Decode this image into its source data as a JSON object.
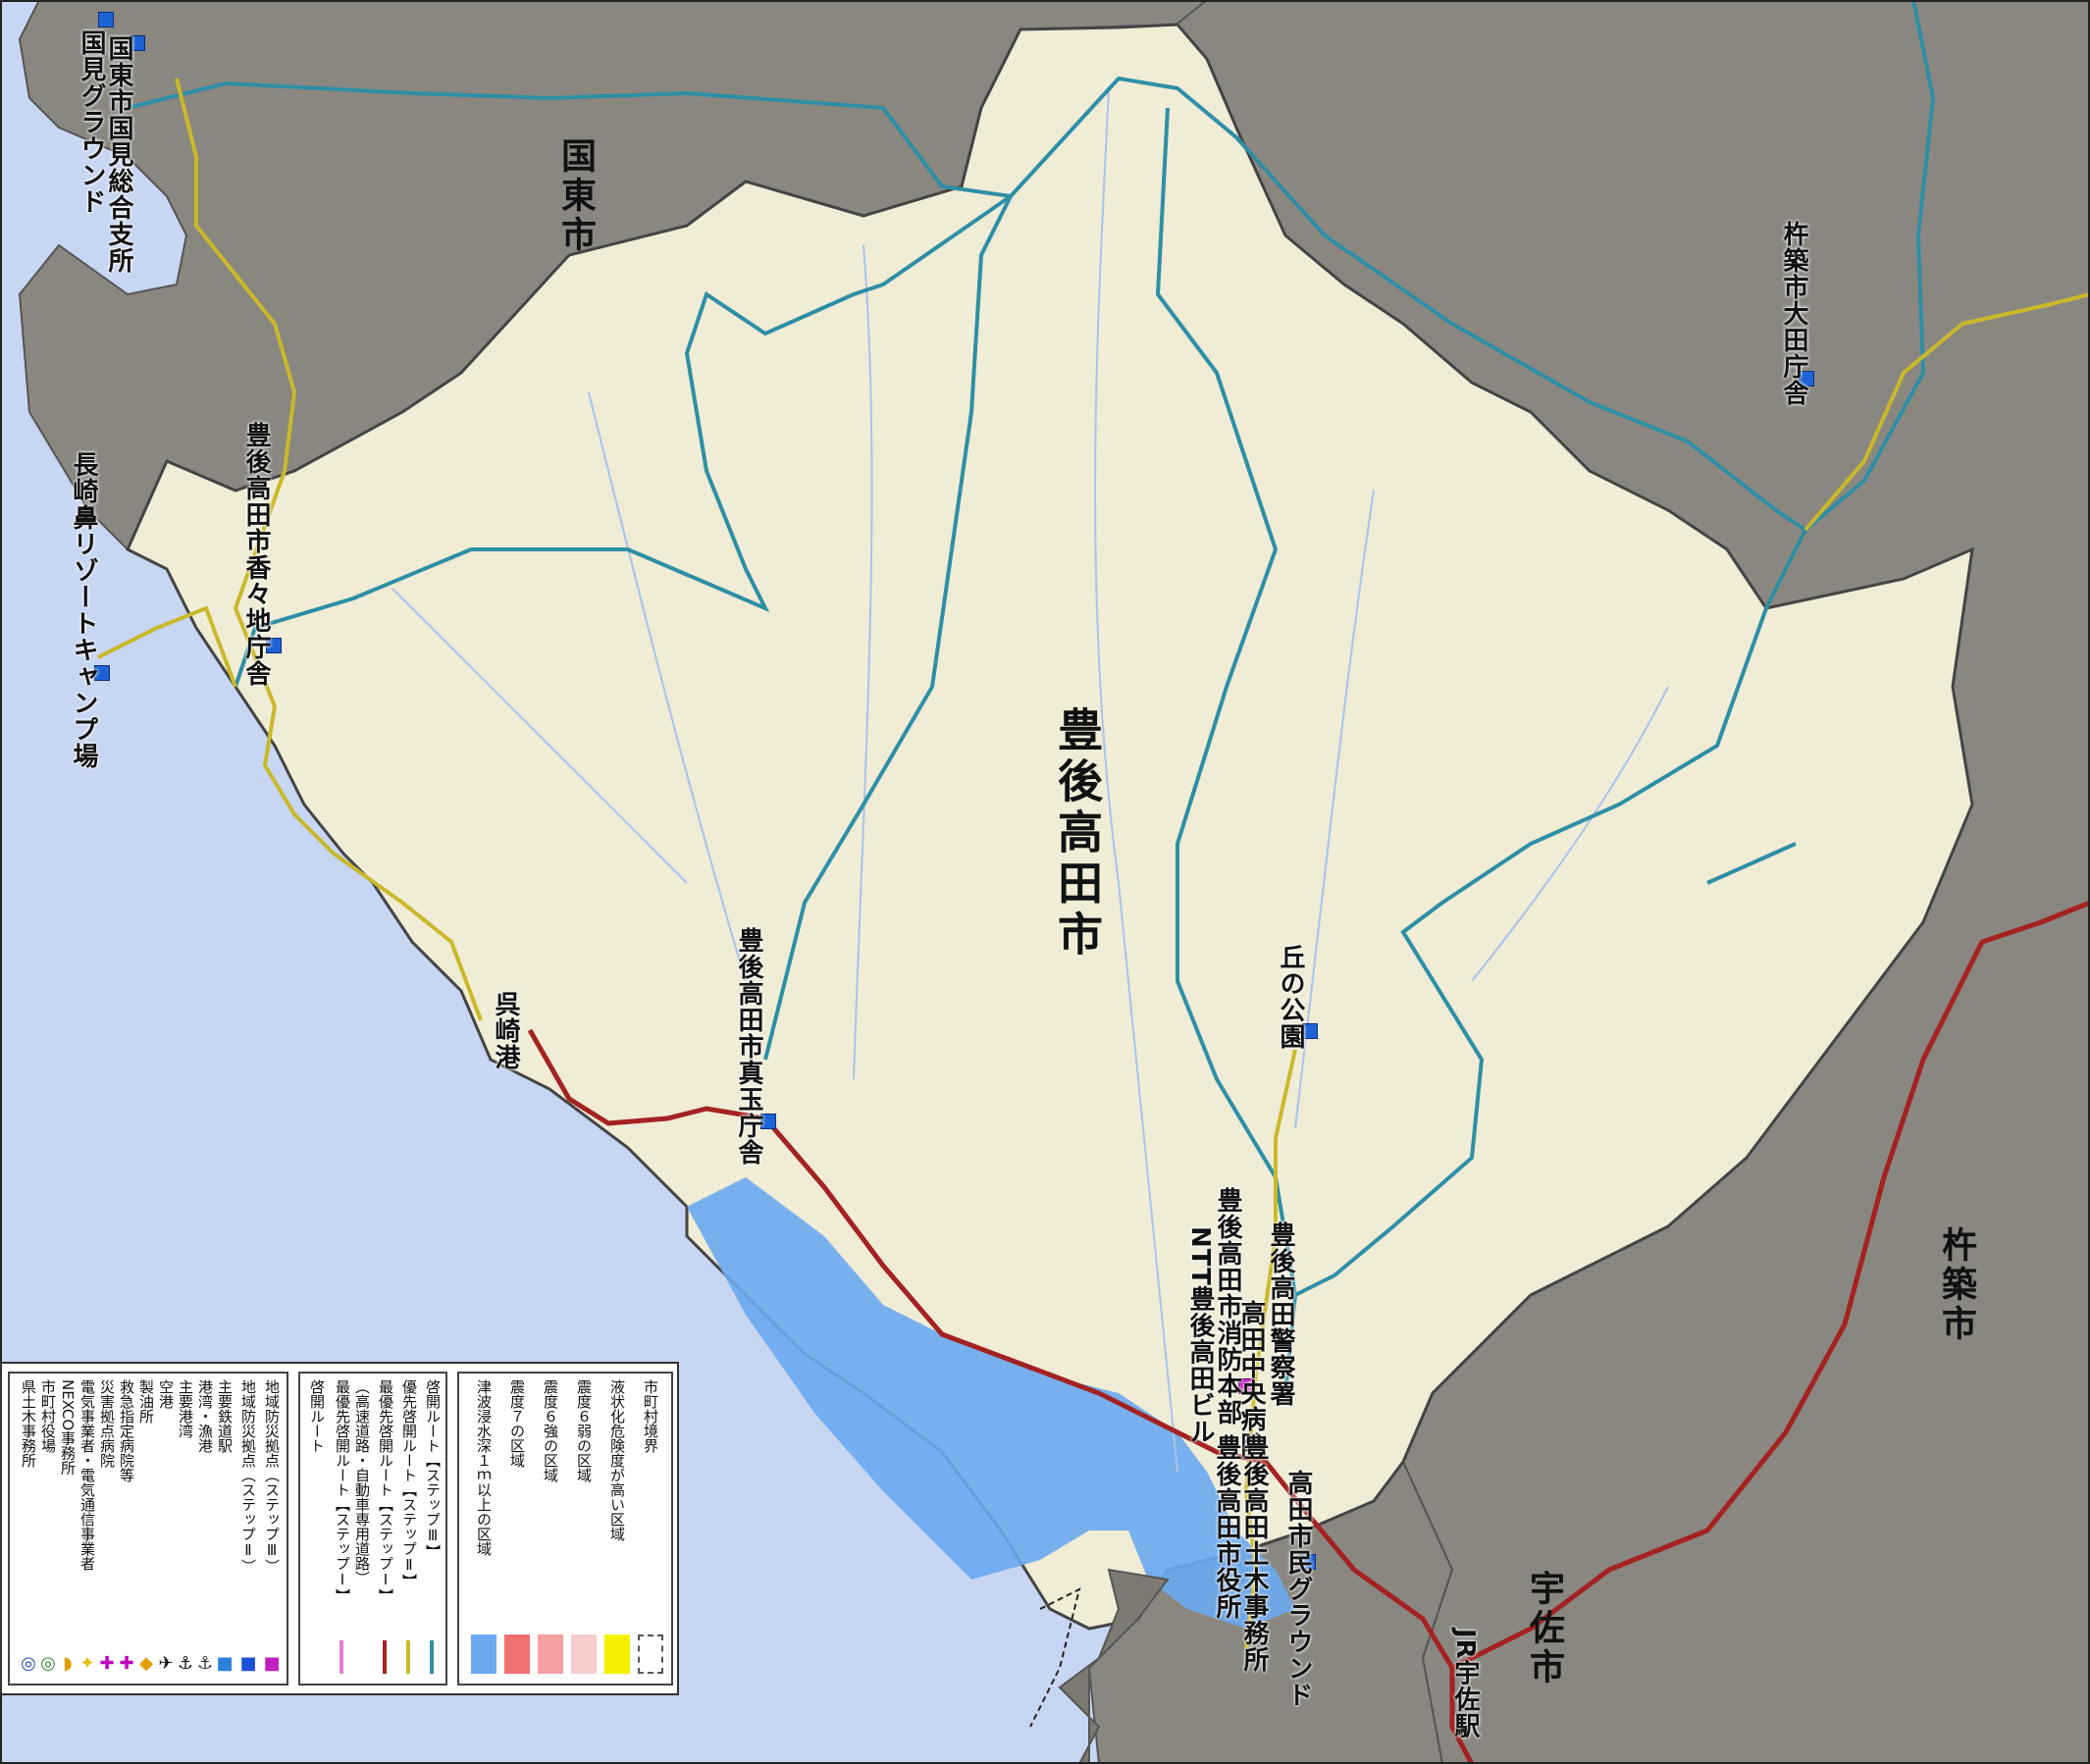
{
  "map": {
    "municipalities": {
      "kunisaki": "国東市",
      "bungotakada": "豊後高田市",
      "kitsuki": "杵築市",
      "usa": "宇佐市"
    },
    "facilities": {
      "kunimi_ground": "国見グラウンド",
      "kunimi_branch": "国東市国見総合支所",
      "kitsuki_ota": "杵築市大田庁舎",
      "kakaji": "豊後高田市香々地庁舎",
      "nagasakibana": "長崎鼻リゾートキャンプ場",
      "matama": "豊後高田市真玉庁舎",
      "port": "呉崎港",
      "oka_park": "丘の公園",
      "ntt": "NTT豊後高田ビル",
      "fire_hq": "豊後高田市消防本部",
      "central_hosp": "高田中央病院",
      "police": "豊後高田警察署",
      "city_office": "豊後高田市役所",
      "civic_ground": "高田市民グラウンド",
      "doboku": "豊後高田土木事務所",
      "jr_usa": "JR宇佐駅"
    }
  },
  "legend": {
    "facility_items": [
      {
        "symbol": "◎",
        "label": "県土木事務所"
      },
      {
        "symbol": "◎",
        "label": "市町村役場"
      },
      {
        "symbol": "◗",
        "label": "NEXCO事務所"
      },
      {
        "symbol": "✦",
        "label": "電気事業者・電気通信事業者"
      },
      {
        "symbol": "✚",
        "label": "災害拠点病院"
      },
      {
        "symbol": "✚",
        "label": "救急指定病院等"
      },
      {
        "symbol": "◆",
        "label": "製油所"
      },
      {
        "symbol": "✈",
        "label": "空港"
      },
      {
        "symbol": "⚓",
        "label": "主要港湾"
      },
      {
        "symbol": "⚓",
        "label": "港湾・漁港"
      },
      {
        "symbol": "■",
        "label": "主要鉄道駅"
      },
      {
        "symbol": "■",
        "label": "地域防災拠点（ステップⅡ）"
      },
      {
        "symbol": "■",
        "label": "地域防災拠点（ステップⅢ）"
      }
    ],
    "route_title": "啓開ルート",
    "route_items": [
      {
        "label": "最優先啓開ルート【ステップⅠ】",
        "sub": "（高速道路・自動車専用道路）",
        "color": "#e77ad6"
      },
      {
        "label": "最優先啓開ルート【ステップⅠ】",
        "sub": "",
        "color": "#a32222"
      },
      {
        "label": "優先啓開ルート【ステップⅡ】",
        "sub": "",
        "color": "#c9b92a"
      },
      {
        "label": "啓開ルート【ステップⅢ】",
        "sub": "",
        "color": "#2d8fa5"
      }
    ],
    "zone_items": [
      {
        "label": "津波浸水深１ｍ以上の区域",
        "color": "#6aa9f0"
      },
      {
        "label": "震度７の区域",
        "color": "#f07070"
      },
      {
        "label": "震度６強の区域",
        "color": "#f2a0a0"
      },
      {
        "label": "震度６弱の区域",
        "color": "#f6cccc"
      },
      {
        "label": "液状化危険度が高い区域",
        "color": "#f5f000"
      },
      {
        "label": "市町村境界",
        "color": "#ffffff"
      }
    ]
  }
}
